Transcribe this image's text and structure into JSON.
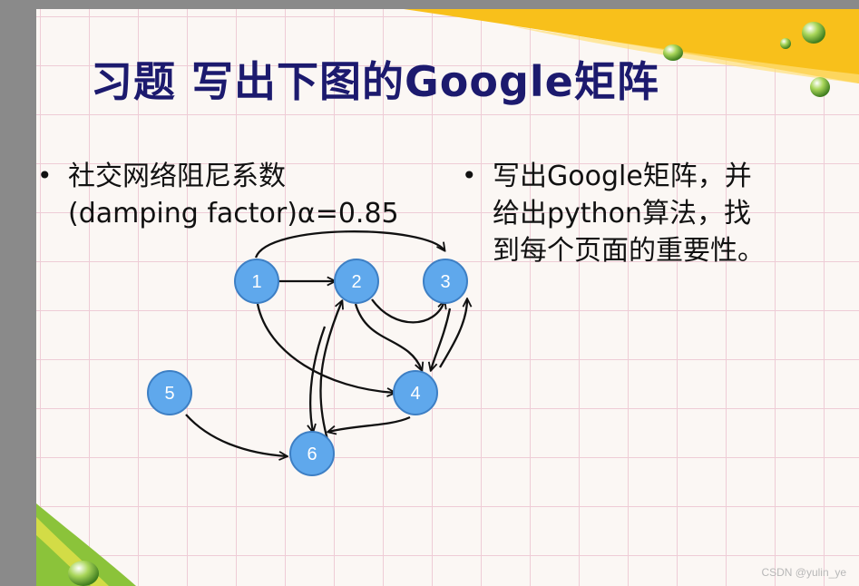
{
  "slide": {
    "title": "习题  写出下图的Google矩阵",
    "left_bullet": {
      "line1": "社交网络阻尼系数",
      "line2": "(damping factor)α=0.85"
    },
    "right_bullet": {
      "line1": "写出Google矩阵，并",
      "line2": "给出python算法，找",
      "line3": "到每个页面的重要性。"
    },
    "bullet_glyph": "•"
  },
  "graph": {
    "nodes": [
      "1",
      "2",
      "3",
      "4",
      "5",
      "6"
    ],
    "edges": [
      [
        "1",
        "2"
      ],
      [
        "1",
        "3"
      ],
      [
        "1",
        "4"
      ],
      [
        "2",
        "3"
      ],
      [
        "2",
        "4"
      ],
      [
        "2",
        "6"
      ],
      [
        "3",
        "4"
      ],
      [
        "4",
        "3"
      ],
      [
        "4",
        "6"
      ],
      [
        "5",
        "6"
      ],
      [
        "6",
        "2"
      ]
    ],
    "node_color": "#5fa8ec",
    "node_stroke": "#3d7fc4"
  },
  "watermark": "CSDN @yulin_ye"
}
